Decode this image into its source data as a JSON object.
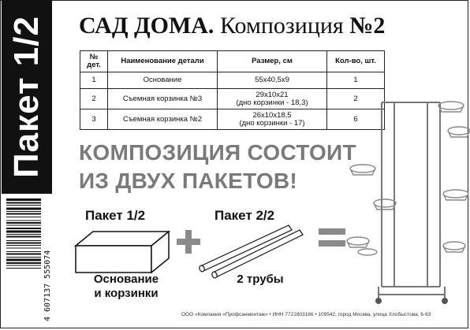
{
  "sidebar": {
    "text": "Пакет 1/2"
  },
  "barcode": {
    "digits": "4 607137 555074"
  },
  "title": {
    "part1": "САД ДОМА.",
    "part2": " Композиция ",
    "part3": "№2"
  },
  "table": {
    "headers": [
      "№ дет.",
      "Наименование детали",
      "Размер, см",
      "Кол-во, шт."
    ],
    "rows": [
      {
        "num": "1",
        "name": "Основание",
        "size": "55х40,5х9",
        "size2": "",
        "qty": "1"
      },
      {
        "num": "2",
        "name": "Съемная корзинка №3",
        "size": "29х10х21",
        "size2": "(дно корзинки - 18,3)",
        "qty": "2"
      },
      {
        "num": "3",
        "name": "Съемная корзинка №2",
        "size": "26х10х18,5",
        "size2": "(дно корзинки - 17)",
        "qty": "6"
      }
    ]
  },
  "headline": {
    "line1": "КОМПОЗИЦИЯ СОСТОИТ",
    "line2": "ИЗ ДВУХ ПАКЕТОВ!"
  },
  "package1": {
    "label": "Пакет 1/2",
    "caption1": "Основание",
    "caption2": "и корзинки"
  },
  "package2": {
    "label": "Пакет 2/2",
    "caption": "2 трубы"
  },
  "footer": {
    "text": "ООО «Компания «Профсанмонтаж» • ИНН 7721803166 • 109542, город Москва, улица Хлобыстова, 6-63"
  }
}
